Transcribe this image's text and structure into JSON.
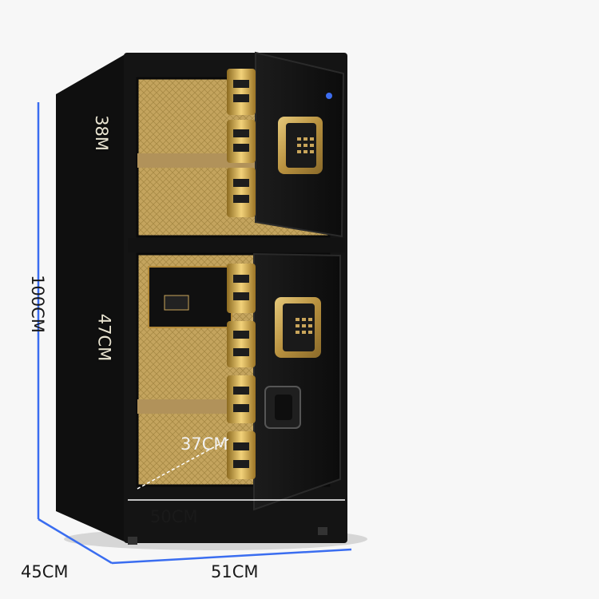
{
  "image": {
    "subject": "double-door black safe with gold interior, digital keypads and fingerprint lock",
    "colors": {
      "body": "#151515",
      "interior_gold": "#c9a55a",
      "hinge_gold": "#d4a93a",
      "dimension_line": "#3a6df0"
    }
  },
  "dimensions": {
    "top_height": "38M",
    "bottom_height": "47CM",
    "total_height": "100CM",
    "inner_depth": "37CM",
    "inner_width": "50CM",
    "outer_depth": "45CM",
    "outer_width": "51CM"
  }
}
